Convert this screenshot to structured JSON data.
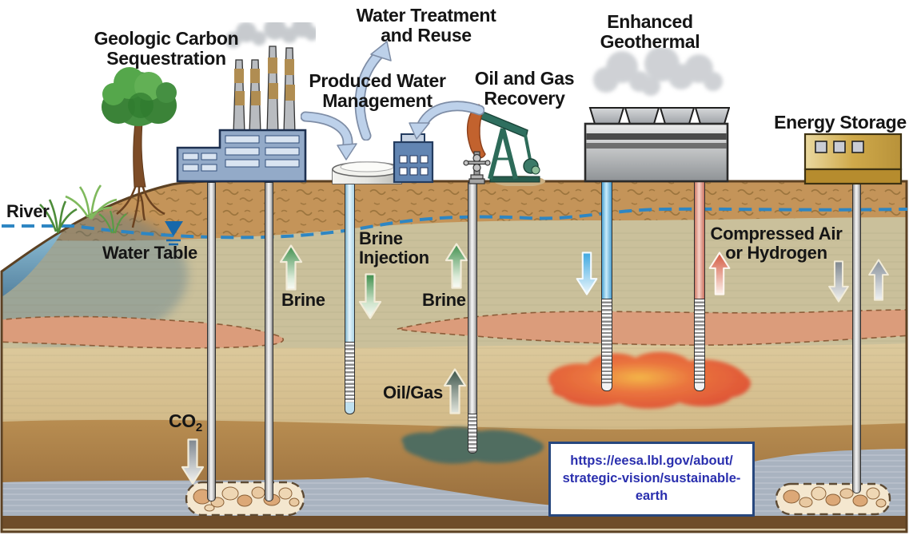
{
  "labels": {
    "geologic_carbon": {
      "line1": "Geologic Carbon",
      "line2": "Sequestration"
    },
    "water_treatment": {
      "line1": "Water Treatment",
      "line2": "and Reuse"
    },
    "produced_water": {
      "line1": "Produced Water",
      "line2": "Management"
    },
    "oil_gas_recovery": {
      "line1": "Oil and Gas",
      "line2": "Recovery"
    },
    "enhanced_geothermal": {
      "line1": "Enhanced",
      "line2": "Geothermal"
    },
    "energy_storage": "Energy Storage",
    "river": "River",
    "water_table": "Water Table",
    "brine_left": "Brine",
    "brine_right": "Brine",
    "brine_injection": {
      "line1": "Brine",
      "line2": "Injection"
    },
    "oil_gas_flow": "Oil/Gas",
    "co2": {
      "base": "CO",
      "subscript": "2"
    },
    "compressed_air": {
      "line1": "Compressed Air",
      "line2": "or Hydrogen"
    }
  },
  "link_box": {
    "line1": "https://eesa.lbl.gov/about/",
    "line2": "strategic-vision/sustainable-",
    "line3": "earth"
  },
  "flow_arrows": [
    {
      "name": "co2-injection-arrow",
      "direction": "down",
      "color": "#8b929b"
    },
    {
      "name": "brine-up-left-arrow",
      "direction": "up",
      "color": "#4a9355"
    },
    {
      "name": "brine-injection-down-arrow",
      "direction": "down",
      "color": "#4a9355"
    },
    {
      "name": "brine-up-right-arrow",
      "direction": "up",
      "color": "#4a9355"
    },
    {
      "name": "oil-gas-up-arrow",
      "direction": "up",
      "color": "#3c5348"
    },
    {
      "name": "geothermal-injection-down-arrow",
      "direction": "down",
      "color": "#45aade"
    },
    {
      "name": "geothermal-production-up-arrow",
      "direction": "up",
      "color": "#d35f48"
    },
    {
      "name": "storage-injection-down-arrow",
      "direction": "down",
      "color": "#8b929b"
    },
    {
      "name": "storage-production-up-arrow",
      "direction": "up",
      "color": "#8b929b"
    },
    {
      "name": "factory-to-tank-arrow",
      "direction": "curved-down",
      "color": "#bdd1ea"
    },
    {
      "name": "to-water-treatment-arrow",
      "direction": "curved-up",
      "color": "#bdd1ea"
    },
    {
      "name": "pumpjack-to-management-arrow",
      "direction": "curved-left",
      "color": "#bdd1ea"
    }
  ],
  "colors": {
    "sky": "#ffffff",
    "topsoil": "#c49459",
    "subsoil": "#cac09b",
    "sand": "#d5c194",
    "deep_brown": "#a37c45",
    "saline_aquifer": "#a9b3c0",
    "caprock_lens": "#db9c7b",
    "hot_zone": "#e65f35",
    "oil_reservoir": "#4b6c62",
    "river": "#7db7d8",
    "water_table_line": "#2e86c3",
    "link_text": "#2a2fae",
    "label_text": "#151515"
  }
}
